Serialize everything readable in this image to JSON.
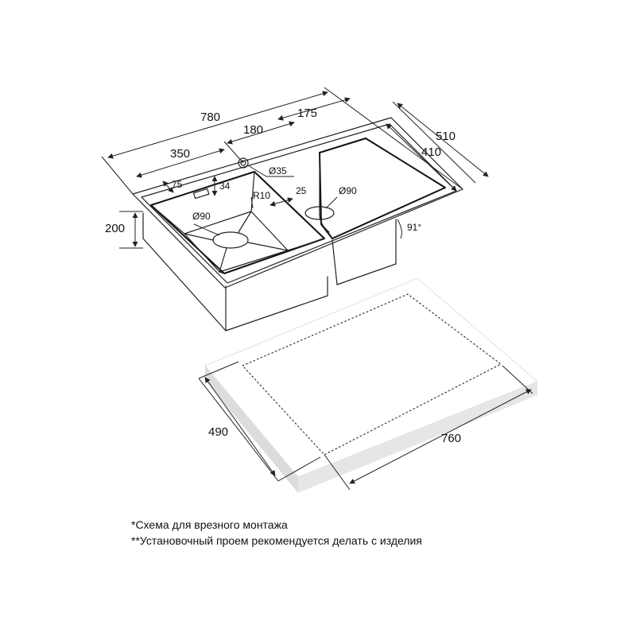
{
  "diagram": {
    "dimensions": {
      "overall_length": "780",
      "left_bowl_width": "350",
      "center_gap": "180",
      "right_offset": "175",
      "overall_depth": "510",
      "right_depth": "410",
      "corner_75": "75",
      "slot_34": "34",
      "tap_hole": "Ø35",
      "radius": "R10",
      "gap_25": "25",
      "left_drain": "Ø90",
      "right_drain": "Ø90",
      "bowl_depth": "200",
      "angle": "91°",
      "cutout_depth": "490",
      "cutout_length": "760"
    }
  },
  "notes": {
    "line1": "*Схема для врезного монтажа",
    "line2": "**Установочный проем рекомендуется делать с изделия"
  },
  "colors": {
    "line": "#222222",
    "board_top": "#ffffff",
    "board_side": "#ececec",
    "board_shadow": "#d9d9d9"
  }
}
